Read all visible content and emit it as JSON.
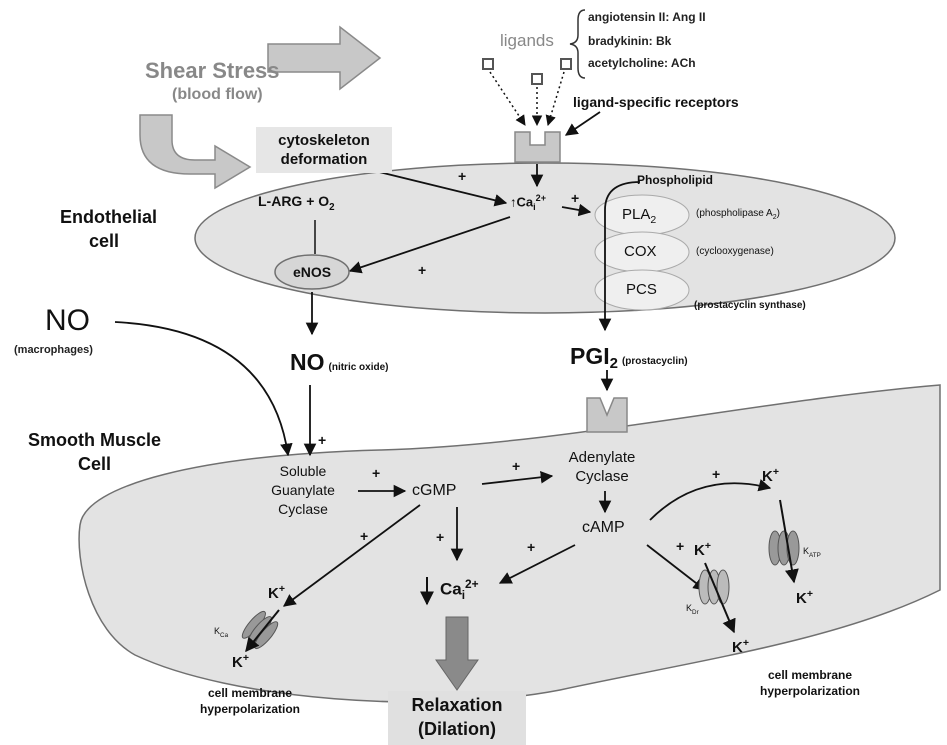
{
  "shear": {
    "title": "Shear Stress",
    "sub": "(blood flow)"
  },
  "ligands": {
    "label": "ligands",
    "items": [
      "angiotensin II: Ang II",
      "bradykinin: Bk",
      "acetylcholine: ACh"
    ],
    "receptors": "ligand-specific receptors"
  },
  "endo": {
    "label_line1": "Endothelial",
    "label_line2": "cell",
    "cyto_line1": "cytoskeleton",
    "cyto_line2": "deformation",
    "larg": "L-ARG + O",
    "larg_sub": "2",
    "enos": "eNOS",
    "ca": "Ca",
    "ca_sub": "i",
    "ca_sup": "2+",
    "phospholipid": "Phospholipid",
    "enzymes": [
      {
        "abbr": "PLA",
        "sub": "2",
        "full": "(phospholipase A",
        "full_sub": "2",
        "full_end": ")"
      },
      {
        "abbr": "COX",
        "sub": "",
        "full": "(cyclooxygenase)",
        "full_sub": "",
        "full_end": ""
      },
      {
        "abbr": "PCS",
        "sub": "",
        "full": "(prostacyclin synthase)",
        "full_sub": "",
        "full_end": ""
      }
    ]
  },
  "no_macro": {
    "big": "NO",
    "small": "(macrophages)"
  },
  "no_main": {
    "big": "NO",
    "small": "(nitric oxide)"
  },
  "pgi": {
    "big": "PGI",
    "sub": "2",
    "small": "(prostacyclin)"
  },
  "smc": {
    "label_line1": "Smooth Muscle",
    "label_line2": "Cell",
    "sgc": [
      "Soluble",
      "Guanylate",
      "Cyclase"
    ],
    "cgmp": "cGMP",
    "ac": [
      "Adenylate",
      "Cyclase"
    ],
    "camp": "cAMP",
    "ca": "Ca",
    "ca_sub": "i",
    "ca_sup": "2+",
    "k": "K",
    "k_sup": "+",
    "kca": "K",
    "kca_sub": "Ca",
    "kdr": "K",
    "kdr_sub": "Dr",
    "katp": "K",
    "katp_sub": "ATP",
    "hyper_left": [
      "cell membrane",
      "hyperpolarization"
    ],
    "hyper_right": [
      "cell membrane",
      "hyperpolarization"
    ],
    "relax": [
      "Relaxation",
      "(Dilation)"
    ]
  },
  "plus": "+",
  "colors": {
    "cell_fill": "#e3e3e3",
    "cell_stroke": "#707070",
    "arrow_gray": "#c8c8c8",
    "arrow_dark": "#8a8a8a"
  }
}
